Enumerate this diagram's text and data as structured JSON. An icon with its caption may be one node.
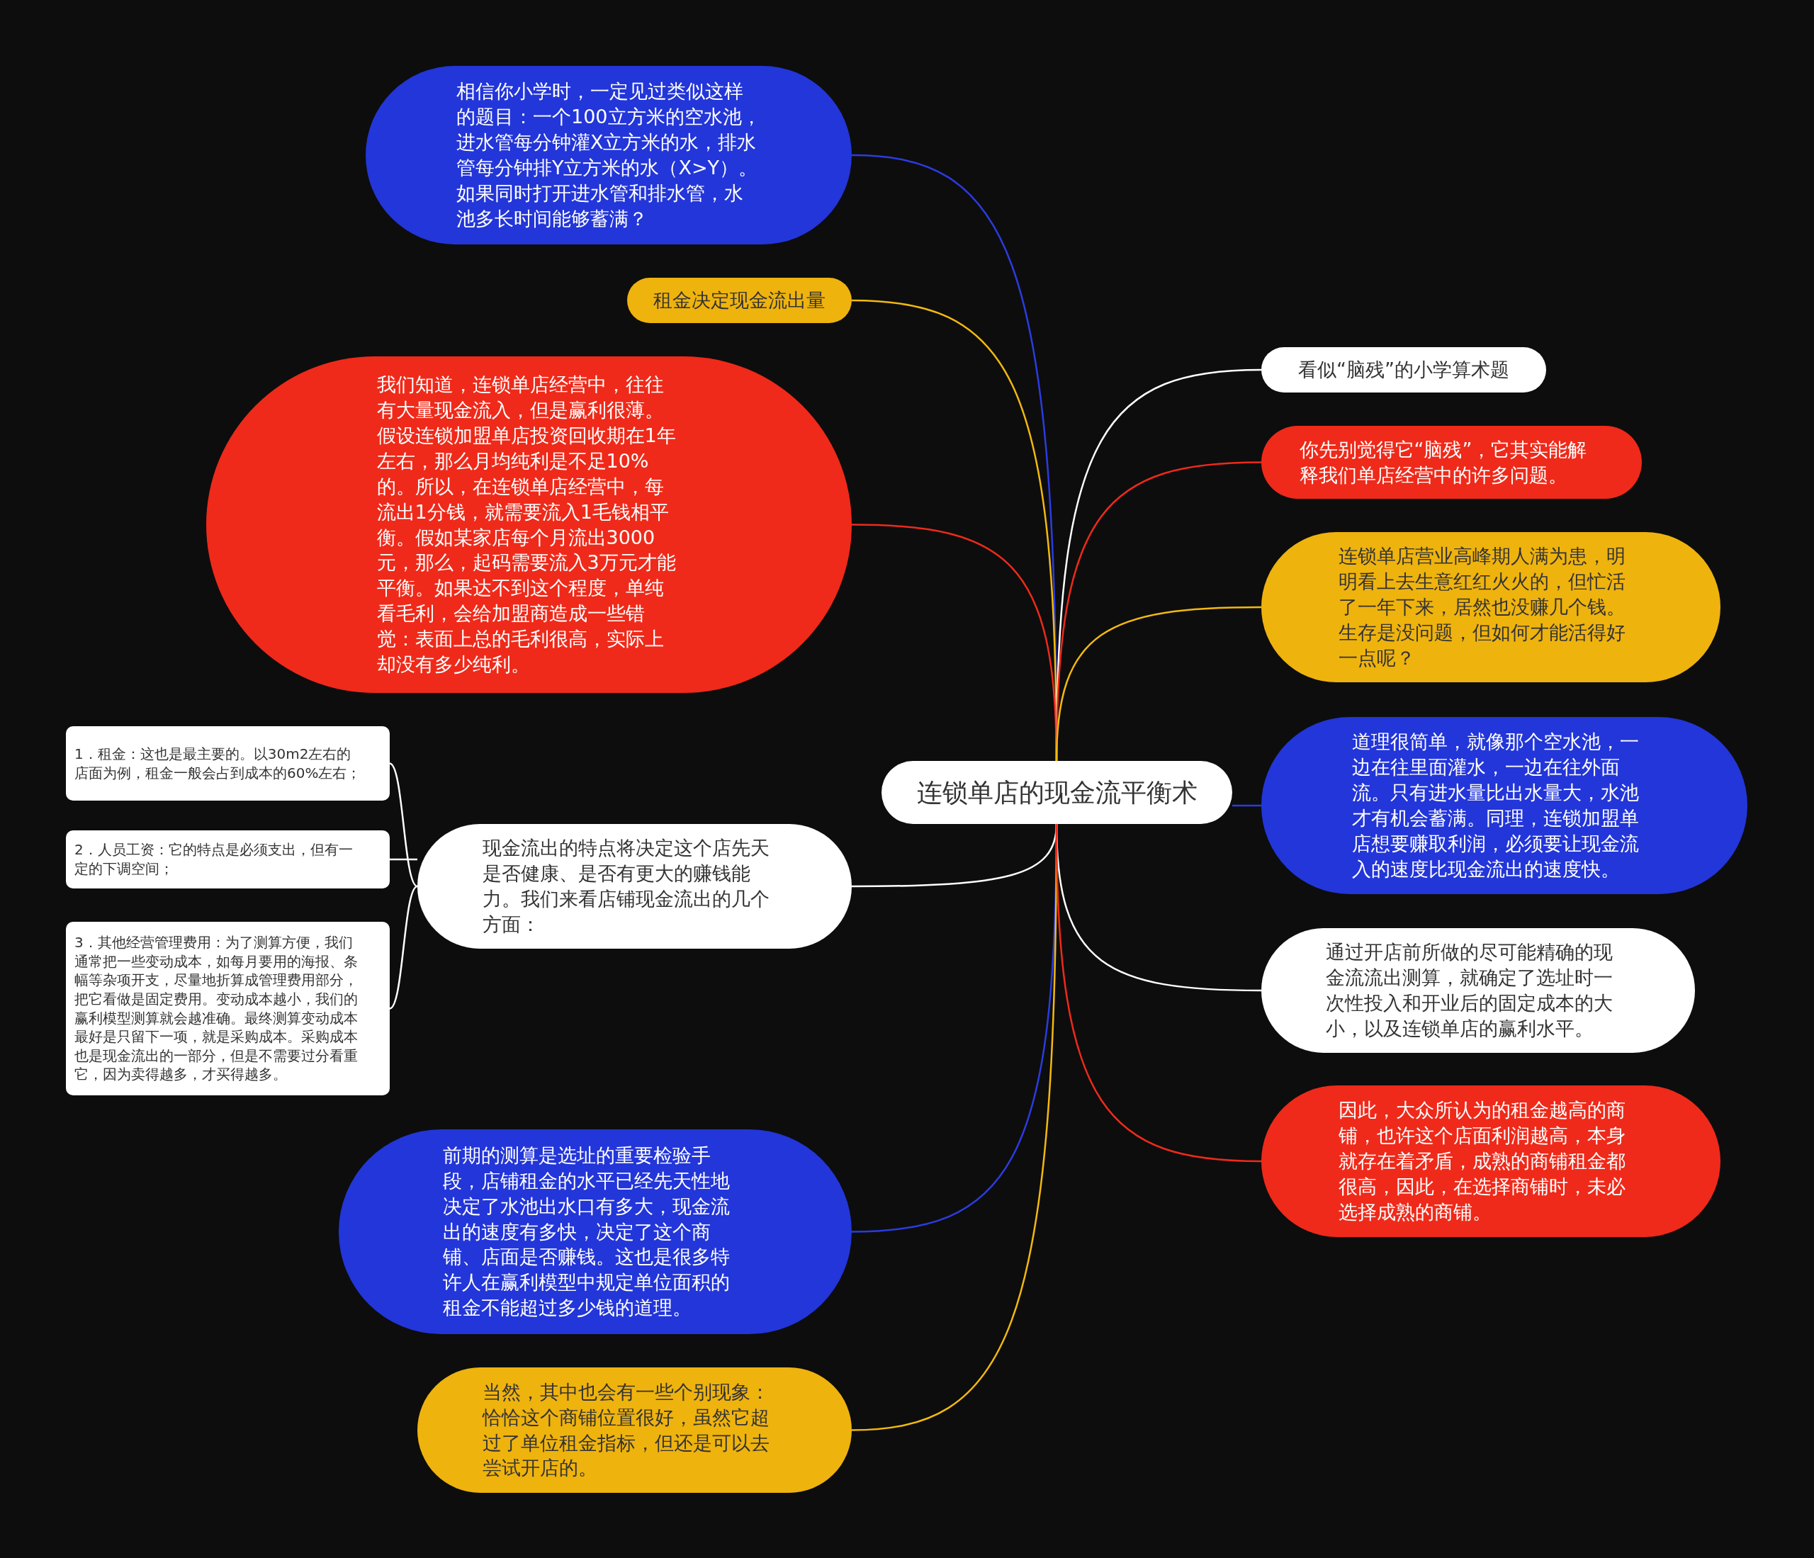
{
  "diagram": {
    "nodes": [
      {
        "text": [
          "连锁单店的现金流平衡术"
        ]
      },
      {
        "text": [
          "相信你小学时，一定见过类似这样的题目：一个100立方米的空水池，进水管每分钟灌X立方米的水，排水管每分钟排Y立方米的水（X>Y）。如果同时打开进水管和排水管，水池多长时间能够蓄满？"
        ]
      },
      {
        "text": [
          "租金决定现金流出量"
        ]
      },
      {
        "text": [
          "我们知道，连锁单店经营中，往往有大量现金流入，但是赢利很薄。假设连锁加盟单店投资回收期在1年左右，那么月均纯利是不足10%的。所以，在连锁单店经营中，每流出1分钱，就需要流入1毛钱相平衡。假如某家店每个月流出3000元，那么，起码需要流入3万元才能平衡。如果达不到这个程度，单纯看毛利，会给加盟商造成一些错觉：表面上总的毛利很高，实际上却没有多少纯利。"
        ]
      },
      {
        "text": [
          "现金流出的特点将决定这个店先天是否健康、是否有更大的赚钱能力。我们来看店铺现金流出的几个方面："
        ]
      },
      {
        "text": [
          "1．租金：这也是最主要的。以30m2左右的店面为例，租金一般会占到成本的60%左右；"
        ]
      },
      {
        "text": [
          "2．人员工资：它的特点是必须支出，但有一定的下调空间；"
        ]
      },
      {
        "text": [
          "3．其他经营管理费用：为了测算方便，我们通常把一些变动成本，如每月要用的海报、条幅等杂项开支，尽量地折算成管理费用部分，把它看做是固定费用。变动成本越小，我们的赢利模型测算就会越准确。最终测算变动成本最好是只留下一项，就是采购成本。采购成本也是现金流出的一部分，但是不需要过分看重它，因为卖得越多，才买得越多。"
        ]
      },
      {
        "text": [
          "前期的测算是选址的重要检验手段，店铺租金的水平已经先天性地决定了水池出水口有多大，现金流出的速度有多快，决定了这个商铺、店面是否赚钱。这也是很多特许人在赢利模型中规定单位面积的租金不能超过多少钱的道理。"
        ]
      },
      {
        "text": [
          "当然，其中也会有一些个别现象：恰恰这个商铺位置很好，虽然它超过了单位租金指标，但还是可以去尝试开店的。"
        ]
      },
      {
        "text": [
          "看似“脑残”的小学算术题"
        ]
      },
      {
        "text": [
          "你先别觉得它“脑残”，它其实能解释我们单店经营中的许多问题。"
        ]
      },
      {
        "text": [
          "连锁单店营业高峰期人满为患，明明看上去生意红红火火的，但忙活了一年下来，居然也没赚几个钱。生存是没问题，但如何才能活得好一点呢？"
        ]
      },
      {
        "text": [
          "道理很简单，就像那个空水池，一边在往里面灌水，一边在往外面流。只有进水量比出水量大，水池才有机会蓄满。同理，连锁加盟单店想要赚取利润，必须要让现金流入的速度比现金流出的速度快。"
        ]
      },
      {
        "text": [
          "通过开店前所做的尽可能精确的现金流流出测算，就确定了选址时一次性投入和开业后的固定成本的大小，以及连锁单店的赢利水平。"
        ]
      },
      {
        "text": [
          "因此，大众所认为的租金越高的商铺，也许这个店面利润越高，本身就存在着矛盾，成熟的商铺租金都很高，因此，在选择商铺时，未必选择成熟的商铺。"
        ]
      }
    ],
    "edges": [
      {
        "from": 0,
        "to": 1,
        "arrow": "none",
        "color": "#2b3ce0"
      },
      {
        "from": 0,
        "to": 2,
        "arrow": "none",
        "color": "#f2b90f"
      },
      {
        "from": 0,
        "to": 3,
        "arrow": "none",
        "color": "#ee2a1b"
      },
      {
        "from": 0,
        "to": 4,
        "arrow": "none"
      },
      {
        "from": 4,
        "to": 5,
        "arrow": "none"
      },
      {
        "from": 4,
        "to": 6,
        "arrow": "none"
      },
      {
        "from": 4,
        "to": 7,
        "arrow": "none"
      },
      {
        "from": 0,
        "to": 8,
        "arrow": "none",
        "color": "#2b3ce0"
      },
      {
        "from": 0,
        "to": 9,
        "arrow": "none",
        "color": "#f2b90f"
      },
      {
        "from": 0,
        "to": 10,
        "arrow": "none"
      },
      {
        "from": 0,
        "to": 11,
        "arrow": "none",
        "color": "#ee2a1b"
      },
      {
        "from": 0,
        "to": 12,
        "arrow": "none",
        "color": "#f2b90f"
      },
      {
        "from": 0,
        "to": 13,
        "arrow": "none",
        "color": "#2b3ce0"
      },
      {
        "from": 0,
        "to": 14,
        "arrow": "none"
      },
      {
        "from": 0,
        "to": 15,
        "arrow": "none",
        "color": "#ee2a1b"
      }
    ]
  }
}
